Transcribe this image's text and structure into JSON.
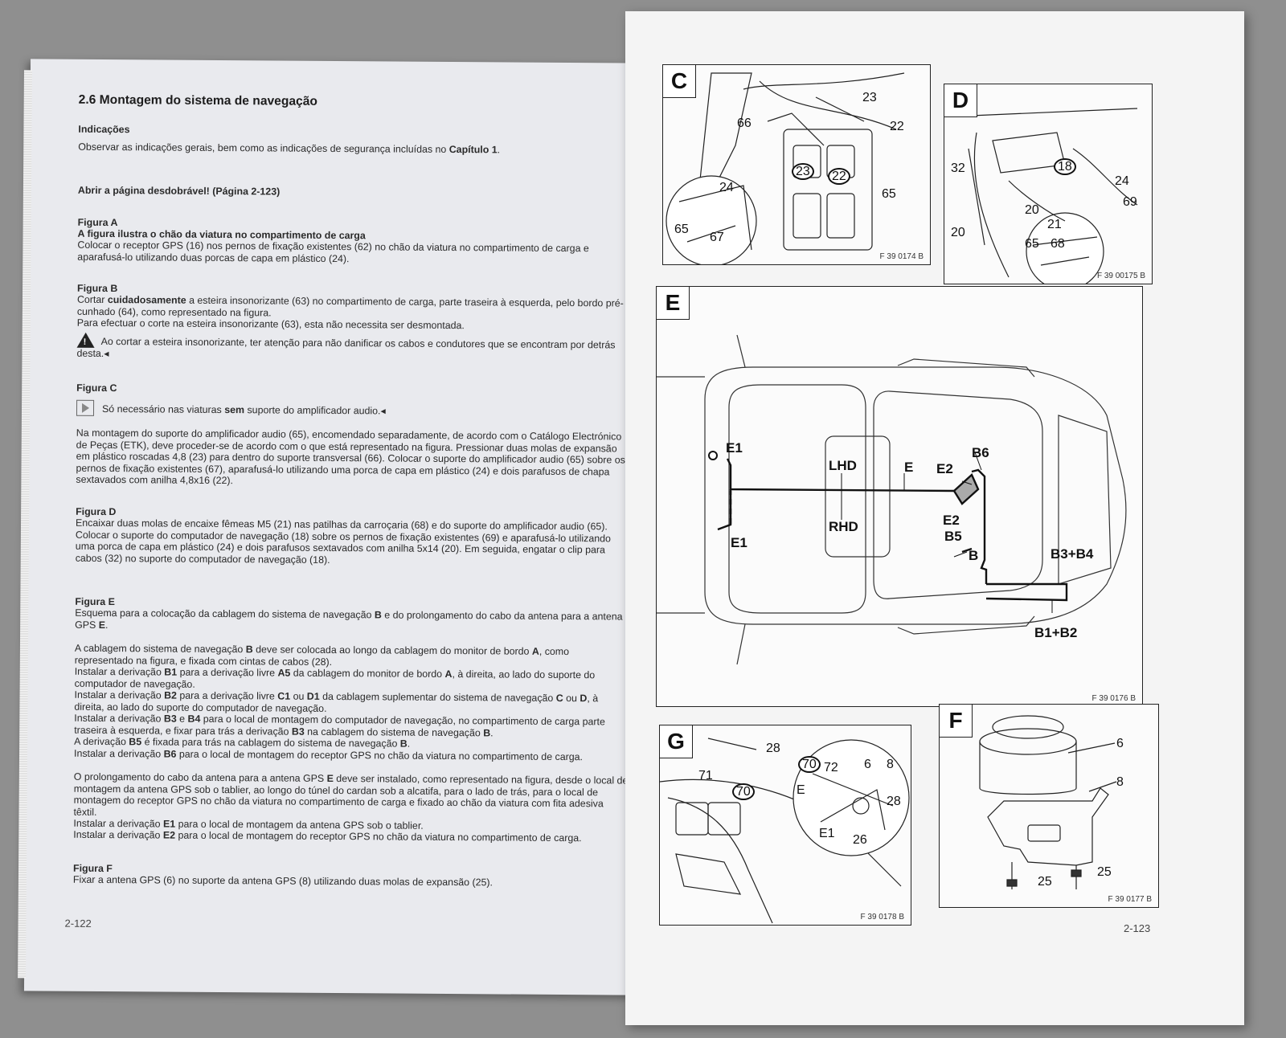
{
  "left_page": {
    "section_title": "2.6  Montagem do sistema de navegação",
    "indicacoes_heading": "Indicações",
    "indicacoes_text": "Observar as indicações gerais, bem como as indicações de segurança incluídas no",
    "indicacoes_bold": "Capítulo 1",
    "indicacoes_end": ".",
    "abrir_text": "Abrir a página desdobrável!     (Página 2-123)",
    "figA_heading": "Figura A",
    "figA_bold": "A figura ilustra o chão da viatura no compartimento de carga",
    "figA_text": "Colocar o receptor GPS (16) nos pernos de fixação existentes (62) no chão da viatura no compartimento de carga e aparafusá-lo utilizando duas porcas de capa em plástico (24).",
    "figB_heading": "Figura B",
    "figB_p1_a": "Cortar",
    "figB_p1_bold": "cuidadosamente",
    "figB_p1_b": "a esteira insonorizante (63) no compartimento de carga, parte traseira à esquerda, pelo bordo pré-cunhado (64), como representado na figura.",
    "figB_p2": "Para efectuar o corte na esteira insonorizante (63), esta não necessita ser desmontada.",
    "figB_warning": "Ao cortar a esteira insonorizante, ter atenção para não danificar os cabos e condutores que se encontram por detrás desta.◂",
    "figC_heading": "Figura C",
    "figC_note_a": "Só necessário nas viaturas",
    "figC_note_bold": "sem",
    "figC_note_b": "suporte do amplificador audio.◂",
    "figC_text": "Na montagem do suporte do amplificador audio (65), encomendado separadamente, de acordo com o Catálogo Electrónico de Peças (ETK), deve proceder-se de acordo com o que está representado na figura. Pressionar duas molas de expansão em plástico roscadas 4,8 (23) para dentro do suporte transversal (66). Colocar o suporte do amplificador audio (65) sobre os pernos de fixação existentes (67), aparafusá-lo utilizando uma porca de capa em plástico (24) e dois parafusos de chapa sextavados com anilha 4,8x16 (22).",
    "figD_heading": "Figura D",
    "figD_text": "Encaixar duas molas de encaixe fêmeas M5 (21) nas patilhas da carroçaria (68) e do suporte do amplificador audio (65). Colocar o suporte do computador de navegação (18) sobre os pernos de fixação existentes (69) e aparafusá-lo utilizando uma porca de capa em plástico (24) e dois parafusos sextavados com anilha 5x14 (20). Em seguida, engatar o clip para cabos (32) no suporte do computador de navegação (18).",
    "figE_heading": "Figura E",
    "figE_p1_a": "Esquema para a colocação da cablagem do sistema de navegação",
    "figE_p1_B": "B",
    "figE_p1_b": "e do prolongamento do cabo da antena para a antena GPS",
    "figE_p1_E": "E",
    "figE_p1_c": ".",
    "figE_p2": [
      {
        "t": "A cablagem do sistema de navegação "
      },
      {
        "b": "B"
      },
      {
        "t": " deve ser colocada ao longo da cablagem do monitor de bordo "
      },
      {
        "b": "A"
      },
      {
        "t": ", como representado na figura, e fixada com cintas de cabos (28)."
      }
    ],
    "figE_p3": [
      {
        "t": "Instalar a derivação "
      },
      {
        "b": "B1"
      },
      {
        "t": " para a derivação livre "
      },
      {
        "b": "A5"
      },
      {
        "t": " da cablagem do monitor de bordo "
      },
      {
        "b": "A"
      },
      {
        "t": ", à direita, ao lado do suporte do computador de navegação."
      }
    ],
    "figE_p4": [
      {
        "t": "Instalar a derivação "
      },
      {
        "b": "B2"
      },
      {
        "t": " para a derivação livre "
      },
      {
        "b": "C1"
      },
      {
        "t": " ou "
      },
      {
        "b": "D1"
      },
      {
        "t": " da cablagem suplementar do sistema de navegação "
      },
      {
        "b": "C"
      },
      {
        "t": " ou "
      },
      {
        "b": "D"
      },
      {
        "t": ", à direita, ao lado do suporte do computador de navegação."
      }
    ],
    "figE_p5": [
      {
        "t": "Instalar a derivação "
      },
      {
        "b": "B3"
      },
      {
        "t": " e "
      },
      {
        "b": "B4"
      },
      {
        "t": " para o local de montagem do computador de navegação, no compartimento de carga parte traseira à esquerda, e fixar para trás a derivação "
      },
      {
        "b": "B3"
      },
      {
        "t": " na cablagem do sistema de navegação "
      },
      {
        "b": "B"
      },
      {
        "t": "."
      }
    ],
    "figE_p6": [
      {
        "t": "A derivação "
      },
      {
        "b": "B5"
      },
      {
        "t": " é fixada para trás na cablagem do sistema de navegação "
      },
      {
        "b": "B"
      },
      {
        "t": "."
      }
    ],
    "figE_p7": [
      {
        "t": "Instalar a derivação "
      },
      {
        "b": "B6"
      },
      {
        "t": " para o local de montagem do receptor GPS no chão da viatura no compartimento de carga."
      }
    ],
    "figE_p8": [
      {
        "t": "O prolongamento do cabo da antena para a antena GPS "
      },
      {
        "b": "E"
      },
      {
        "t": " deve ser instalado, como representado na figura, desde o local de montagem da antena GPS sob o tablier, ao longo do túnel do cardan sob a alcatifa, para o lado de trás, para o local de montagem do receptor GPS no chão da viatura no compartimento de carga e fixado ao chão da viatura com fita adesiva têxtil."
      }
    ],
    "figE_p9": [
      {
        "t": "Instalar a derivação "
      },
      {
        "b": "E1"
      },
      {
        "t": " para o local de montagem da antena GPS sob o tablier."
      }
    ],
    "figE_p10": [
      {
        "t": "Instalar a derivação "
      },
      {
        "b": "E2"
      },
      {
        "t": " para o local de montagem do receptor GPS no chão da viatura no compartimento de carga."
      }
    ],
    "figF_heading": "Figura F",
    "figF_text": "Fixar a antena GPS (6) no suporte da antena GPS (8) utilizando duas molas de expansão (25).",
    "page_number": "2-122"
  },
  "right_page": {
    "page_number": "2-123",
    "figures": {
      "C": {
        "letter": "C",
        "code": "F 39 0174 B",
        "labels": [
          "23",
          "22",
          "66",
          "23",
          "22",
          "24",
          "65",
          "65",
          "67"
        ]
      },
      "D": {
        "letter": "D",
        "code": "F 39 00175 B",
        "labels": [
          "32",
          "18",
          "24",
          "69",
          "20",
          "21",
          "20",
          "65",
          "68"
        ]
      },
      "E": {
        "letter": "E",
        "code": "F 39 0176 B",
        "labels": [
          "E1",
          "LHD",
          "E",
          "E2",
          "B6",
          "RHD",
          "E2",
          "B5",
          "E1",
          "B",
          "B3+B4",
          "B1+B2"
        ]
      },
      "G": {
        "letter": "G",
        "code": "F 39 0178 B",
        "labels": [
          "28",
          "70",
          "72",
          "6",
          "8",
          "71",
          "70",
          "E",
          "28",
          "E1",
          "26"
        ]
      },
      "F": {
        "letter": "F",
        "code": "F 39 0177 B",
        "labels": [
          "6",
          "8",
          "25",
          "25"
        ]
      }
    }
  }
}
